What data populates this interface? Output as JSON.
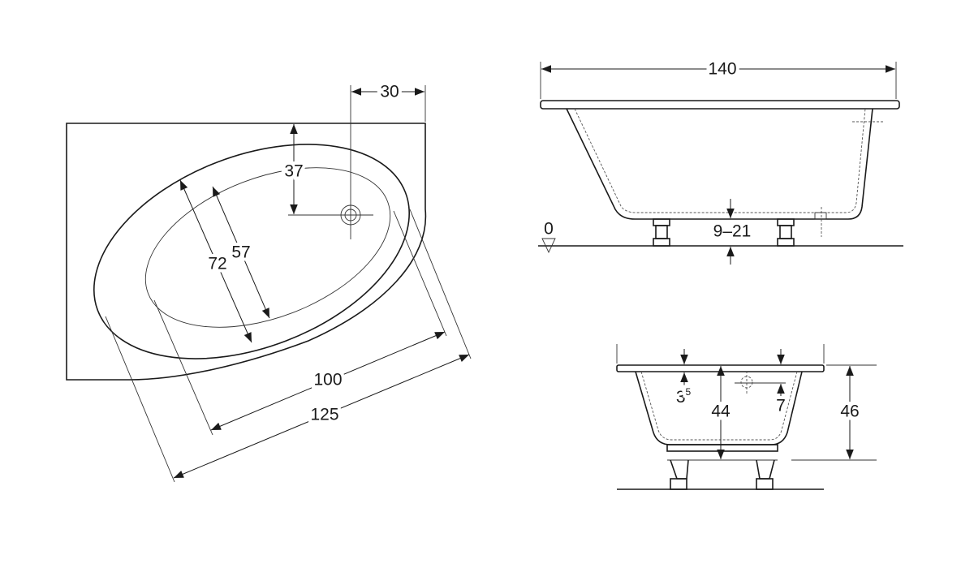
{
  "plan_view": {
    "dim_drain_offset": "30",
    "dim_drain_depth": "37",
    "dim_outer_width": "72",
    "dim_inner_width": "57",
    "dim_inner_length": "100",
    "dim_outer_length": "125"
  },
  "side_view": {
    "dim_length": "140",
    "floor_level": "0",
    "dim_foot_height": "9–21"
  },
  "end_view": {
    "dim_rim_base": "3",
    "dim_rim_sup": "5",
    "dim_inner_depth": "44",
    "dim_overflow": "7",
    "dim_total_height": "46"
  }
}
